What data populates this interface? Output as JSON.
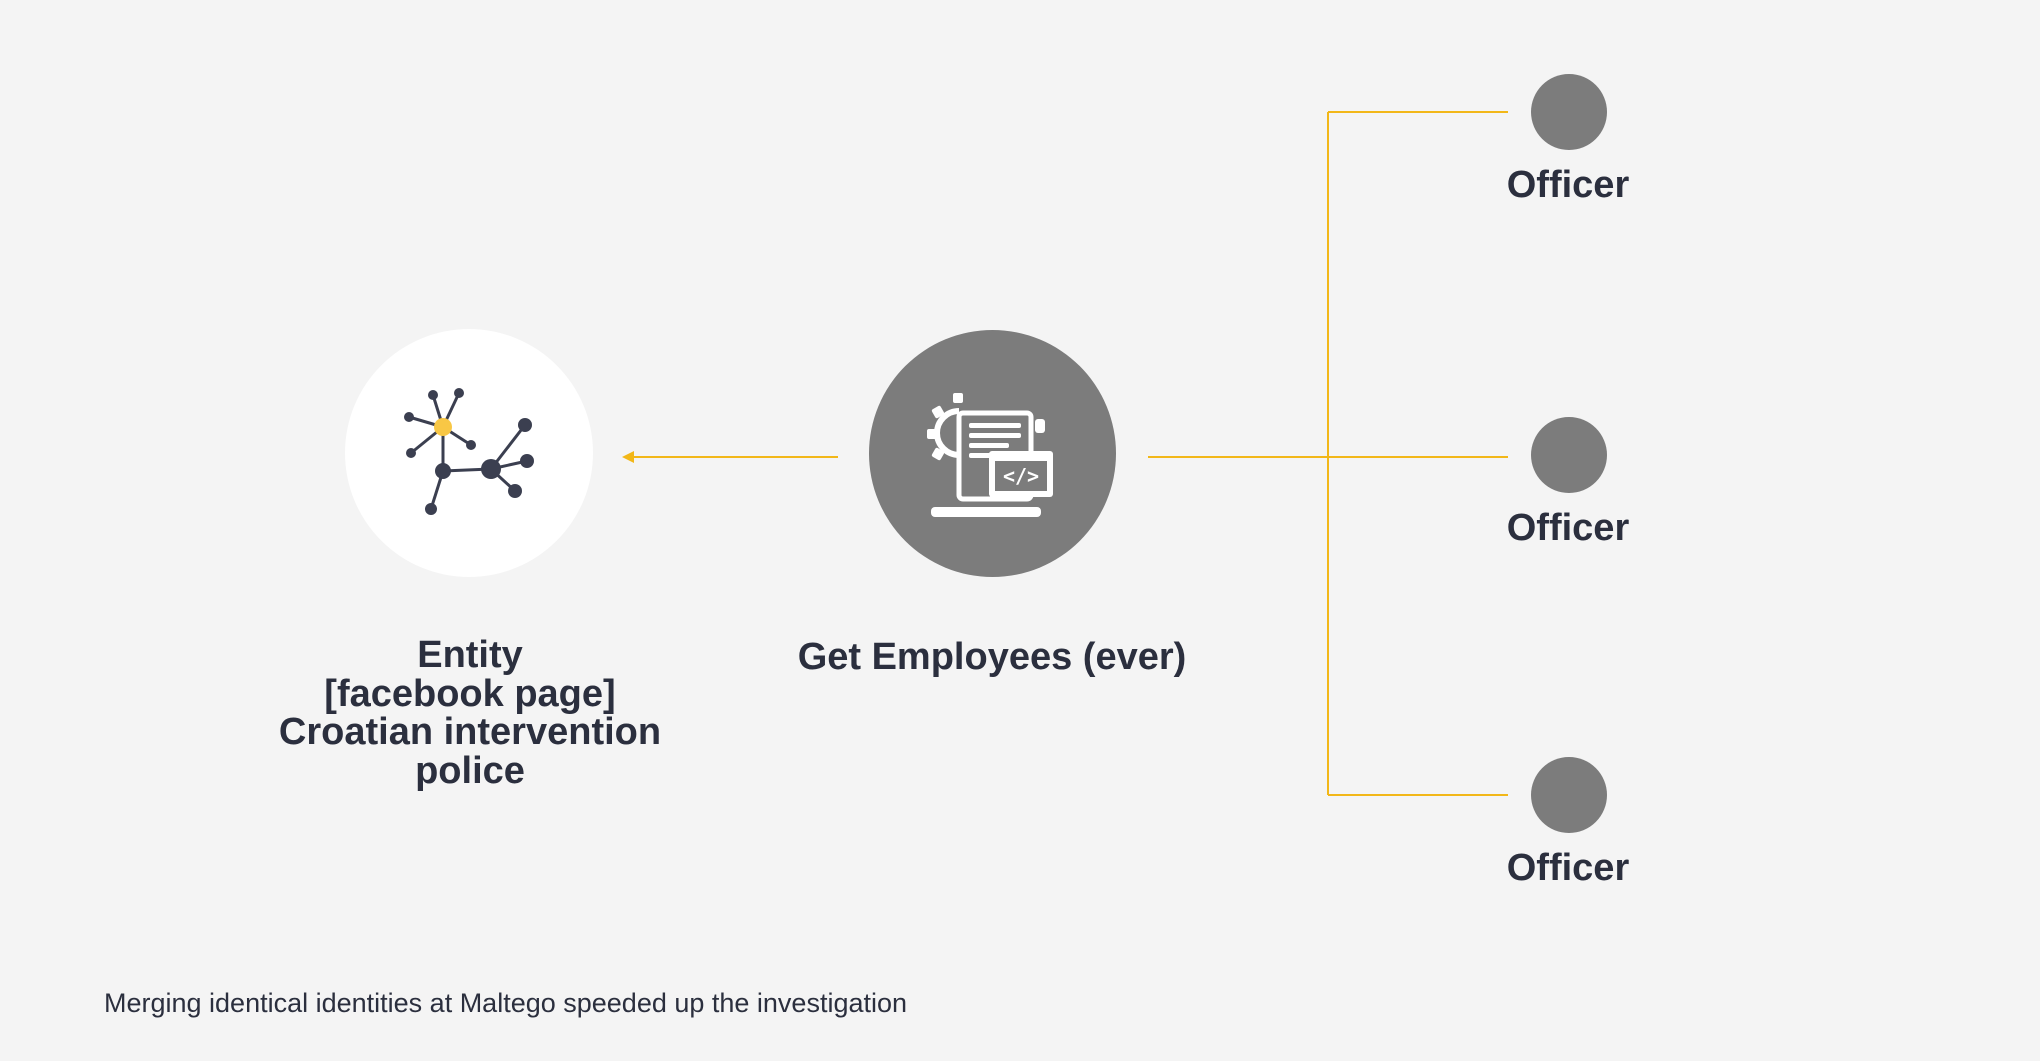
{
  "diagram": {
    "entity": {
      "icon": "network-graph-icon",
      "label_lines": [
        "Entity",
        "[facebook page]",
        "Croatian intervention",
        "police"
      ]
    },
    "transform": {
      "icon": "code-document-gear-icon",
      "label": "Get Employees (ever)"
    },
    "officers": [
      {
        "label": "Officer"
      },
      {
        "label": "Officer"
      },
      {
        "label": "Officer"
      }
    ],
    "colors": {
      "background": "#f4f4f4",
      "connector": "#f2b718",
      "node_gray": "#7c7c7c",
      "text": "#2b2f3e",
      "highlight_node": "#f8c745"
    }
  },
  "caption": "Merging identical identities at Maltego speeded up the investigation"
}
